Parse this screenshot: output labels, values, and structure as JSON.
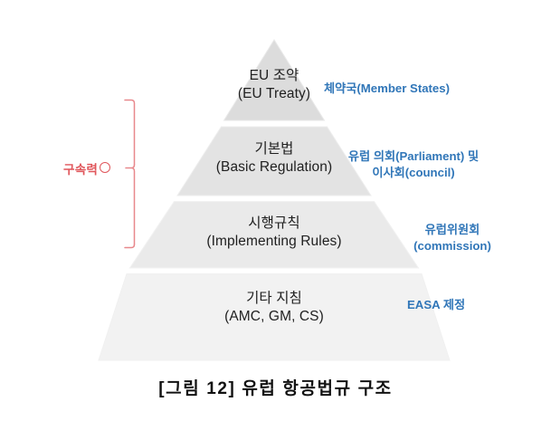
{
  "figure": {
    "caption": "[그림 12] 유럽 항공법규 구조",
    "type": "pyramid-hierarchy",
    "tier_count": 4
  },
  "colors": {
    "accent_blue": "#3076b8",
    "accent_red": "#e0565b",
    "tier_fill_1": "#dcdcdc",
    "tier_fill_2": "#e3e3e3",
    "tier_fill_3": "#eaeaea",
    "tier_fill_4": "#f2f2f2",
    "tier_stroke": "#e8e8e8",
    "text": "#1f1f1f",
    "background": "#ffffff"
  },
  "pyramid": {
    "tiers": [
      {
        "index": 1,
        "ko": "EU 조약",
        "en": "(EU Treaty)",
        "actor_lines": [
          "체약국(Member States)"
        ],
        "binding": true
      },
      {
        "index": 2,
        "ko": "기본법",
        "en": "(Basic Regulation)",
        "actor_lines": [
          "유럽 의회(Parliament) 및",
          "이사회(council)"
        ],
        "binding": true
      },
      {
        "index": 3,
        "ko": "시행규칙",
        "en": "(Implementing Rules)",
        "actor_lines": [
          "유럽위원회",
          "(commission)"
        ],
        "binding": true
      },
      {
        "index": 4,
        "ko": "기타 지침",
        "en": "(AMC, GM, CS)",
        "actor_lines": [
          "EASA 제정"
        ],
        "binding": false
      }
    ]
  },
  "binding_bracket": {
    "label": "구속력",
    "symbol": "○",
    "covers_tiers": [
      1,
      2,
      3
    ]
  }
}
